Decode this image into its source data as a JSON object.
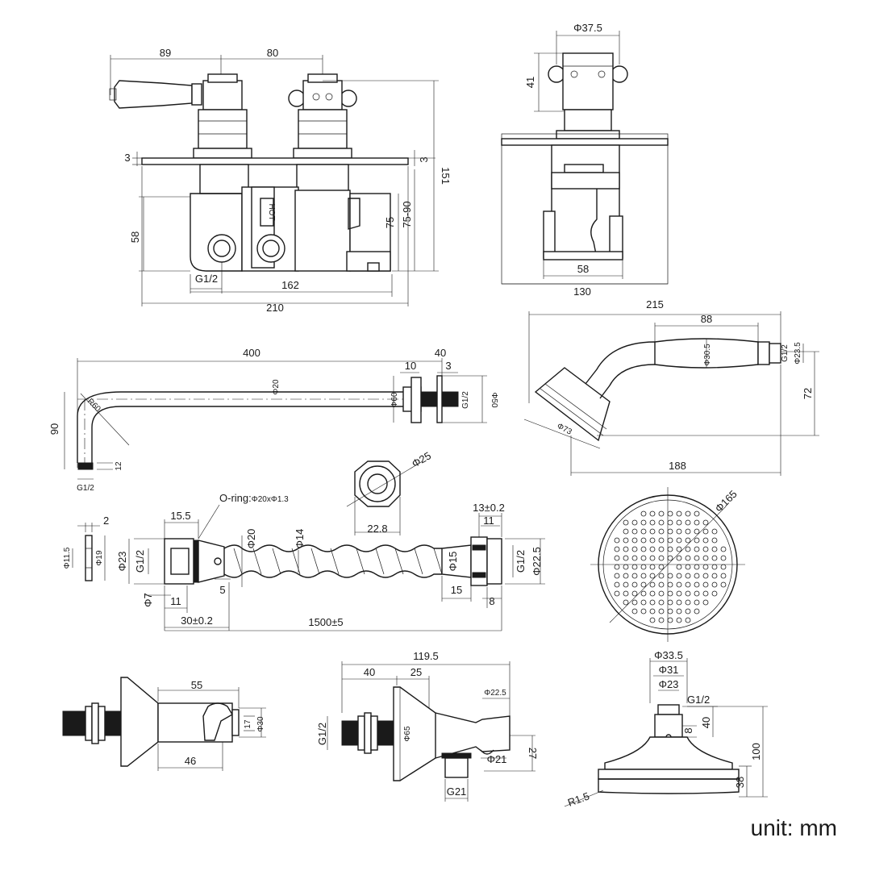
{
  "units_label": "unit: mm",
  "valve_front": {
    "d_89": "89",
    "d_80": "80",
    "d_3a": "3",
    "d_3b": "3",
    "d_151": "151",
    "d_58": "58",
    "d_75": "75",
    "d_75_90": "75-90",
    "d_g12": "G1/2",
    "d_162": "162",
    "d_210": "210",
    "hot_label": "HOT"
  },
  "valve_side": {
    "d_phi37_5": "Φ37.5",
    "d_41": "41",
    "d_58": "58",
    "d_130": "130"
  },
  "shower_arm": {
    "d_400": "400",
    "d_10": "10",
    "d_40": "40",
    "d_3": "3",
    "d_phi20": "Φ20",
    "d_r60": "R60",
    "d_90": "90",
    "d_phi60": "Φ60",
    "d_phi50": "Φ50",
    "d_g12_end": "G1/2",
    "d_12": "12",
    "d_g12": "G1/2"
  },
  "hand_shower": {
    "d_215": "215",
    "d_88": "88",
    "d_phi30_5": "Φ30.5",
    "d_g12": "G1/2",
    "d_phi23_5": "Φ23.5",
    "d_72": "72",
    "d_phi73": "Φ73",
    "d_188": "188"
  },
  "nut": {
    "d_phi25": "Φ25",
    "d_22_8": "22.8"
  },
  "washer": {
    "d_2": "2",
    "d_phi11_5": "Φ11.5",
    "d_phi19": "Φ19"
  },
  "hose": {
    "oring": "O-ring:",
    "oring_spec": "Φ20xΦ1.3",
    "d_15_5": "15.5",
    "d_phi20": "Φ20",
    "d_phi14": "Φ14",
    "d_phi23": "Φ23",
    "d_g12_left": "G1/2",
    "d_phi7": "Φ7",
    "d_11_left": "11",
    "d_5": "5",
    "d_30": "30±0.2",
    "d_1500": "1500±5",
    "d_13": "13±0.2",
    "d_11_right": "11",
    "d_phi15": "Φ15",
    "d_15": "15",
    "d_g12_right": "G1/2",
    "d_phi22_5": "Φ22.5",
    "d_8": "8"
  },
  "rose_top": {
    "d_phi165": "Φ165"
  },
  "wall_holder": {
    "d_55": "55",
    "d_17": "17",
    "d_phi30": "Φ30",
    "d_46": "46"
  },
  "wall_outlet": {
    "d_119_5": "119.5",
    "d_40": "40",
    "d_25": "25",
    "d_phi22_5": "Φ22.5",
    "d_g12": "G1/2",
    "d_phi65": "Φ65",
    "d_phi21": "Φ21",
    "d_27": "27",
    "d_g21": "G21"
  },
  "rose_side": {
    "d_phi33_5": "Φ33.5",
    "d_phi31": "Φ31",
    "d_phi23": "Φ23",
    "d_g12": "G1/2",
    "d_40": "40",
    "d_8": "8",
    "d_100": "100",
    "d_38": "38",
    "d_r1_5": "R1.5"
  }
}
